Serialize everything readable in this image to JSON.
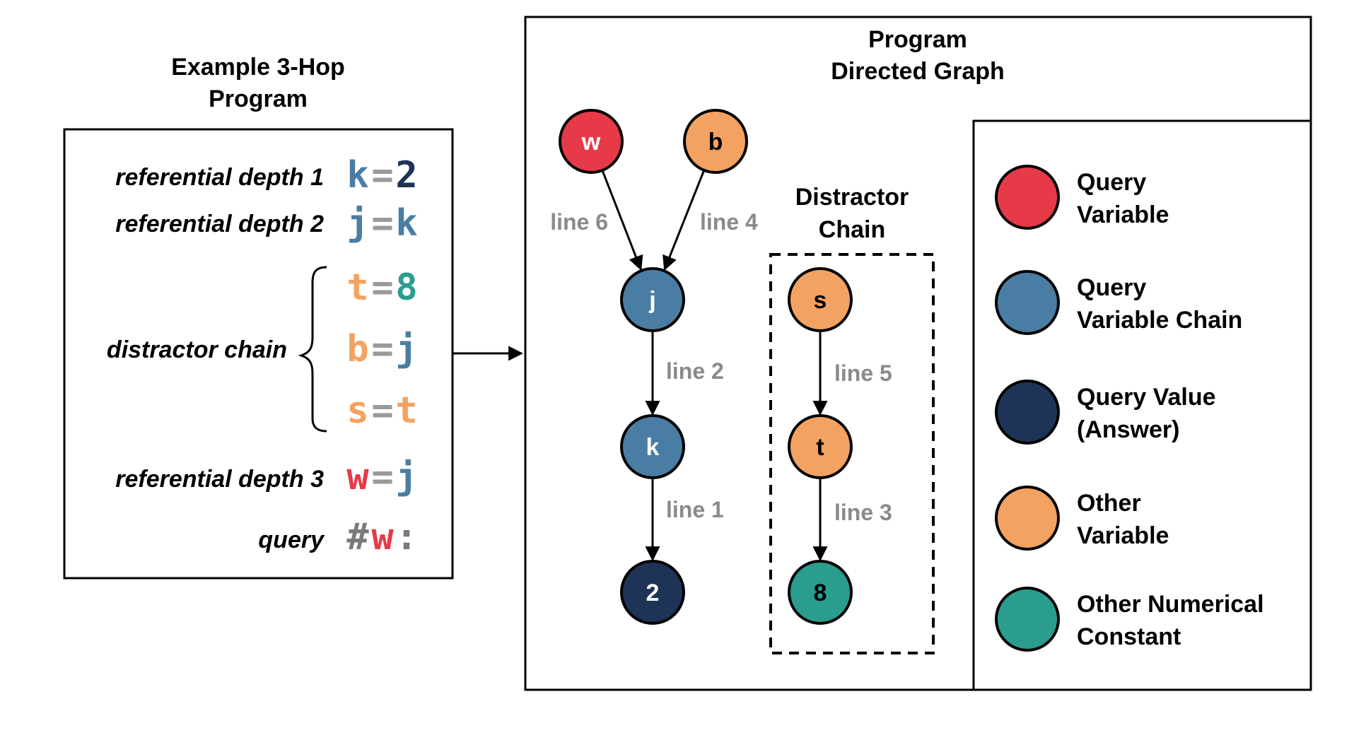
{
  "colors": {
    "query_variable": "#E63A48",
    "query_variable_chain": "#4A7DA3",
    "query_value": "#1E3456",
    "other_variable": "#F4A261",
    "other_numerical_constant": "#2A9D8F",
    "line_label": "#8A8A8A",
    "equals": "#9A9A9A",
    "query_hash": "#7A7A7A"
  },
  "program_panel": {
    "title_line1": "Example 3-Hop",
    "title_line2": "Program",
    "rows": [
      {
        "label": "referential depth 1",
        "lhs": "k",
        "lhs_color": "#4A7DA3",
        "eq": "=",
        "rhs": "2",
        "rhs_color": "#1E3456"
      },
      {
        "label": "referential depth 2",
        "lhs": "j",
        "lhs_color": "#4A7DA3",
        "eq": "=",
        "rhs": "k",
        "rhs_color": "#4A7DA3"
      },
      {
        "label": "",
        "lhs": "t",
        "lhs_color": "#F4A261",
        "eq": "=",
        "rhs": "8",
        "rhs_color": "#2A9D8F"
      },
      {
        "label": "",
        "lhs": "b",
        "lhs_color": "#F4A261",
        "eq": "=",
        "rhs": "j",
        "rhs_color": "#4A7DA3"
      },
      {
        "label": "",
        "lhs": "s",
        "lhs_color": "#F4A261",
        "eq": "=",
        "rhs": "t",
        "rhs_color": "#F4A261"
      },
      {
        "label": "referential depth 3",
        "lhs": "w",
        "lhs_color": "#E63A48",
        "eq": "=",
        "rhs": "j",
        "rhs_color": "#4A7DA3"
      }
    ],
    "distractor_label": "distractor chain",
    "query_label": "query",
    "query_hash": "#",
    "query_var": "w",
    "query_colon": ":"
  },
  "graph_panel": {
    "title_line1": "Program",
    "title_line2": "Directed Graph",
    "distractor_title_line1": "Distractor",
    "distractor_title_line2": "Chain",
    "nodes": [
      {
        "id": "w",
        "label": "w",
        "color": "#E63A48"
      },
      {
        "id": "b",
        "label": "b",
        "color": "#F4A261"
      },
      {
        "id": "j",
        "label": "j",
        "color": "#4A7DA3"
      },
      {
        "id": "k",
        "label": "k",
        "color": "#4A7DA3"
      },
      {
        "id": "2",
        "label": "2",
        "color": "#1E3456"
      },
      {
        "id": "s",
        "label": "s",
        "color": "#F4A261"
      },
      {
        "id": "t",
        "label": "t",
        "color": "#F4A261"
      },
      {
        "id": "8",
        "label": "8",
        "color": "#2A9D8F"
      }
    ],
    "edges": [
      {
        "from": "w",
        "to": "j",
        "label": "line 6"
      },
      {
        "from": "b",
        "to": "j",
        "label": "line 4"
      },
      {
        "from": "j",
        "to": "k",
        "label": "line 2"
      },
      {
        "from": "k",
        "to": "2",
        "label": "line 1"
      },
      {
        "from": "s",
        "to": "t",
        "label": "line 5"
      },
      {
        "from": "t",
        "to": "8",
        "label": "line 3"
      }
    ]
  },
  "legend": {
    "items": [
      {
        "line1": "Query",
        "line2": "Variable",
        "color": "#E63A48"
      },
      {
        "line1": "Query",
        "line2": "Variable Chain",
        "color": "#4A7DA3"
      },
      {
        "line1": "Query Value",
        "line2": "(Answer)",
        "color": "#1E3456"
      },
      {
        "line1": "Other",
        "line2": "Variable",
        "color": "#F4A261"
      },
      {
        "line1": "Other Numerical",
        "line2": "Constant",
        "color": "#2A9D8F"
      }
    ]
  }
}
